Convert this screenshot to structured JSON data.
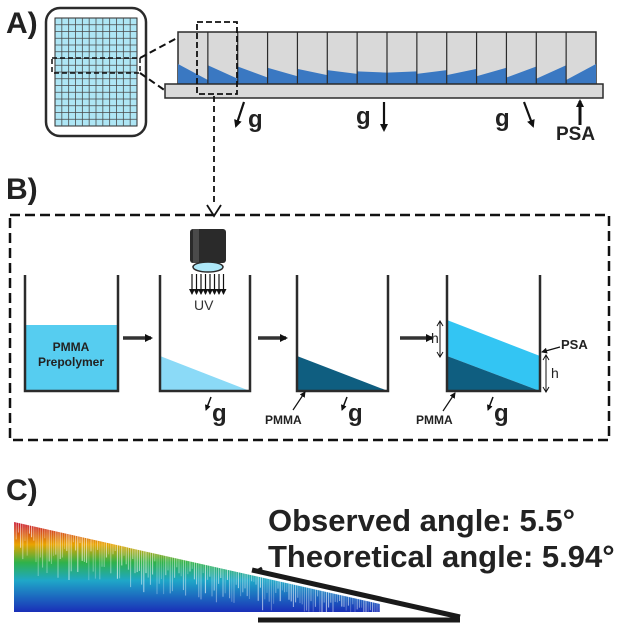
{
  "panels": {
    "a": "A)",
    "b": "B)",
    "c": "C)"
  },
  "panel_a": {
    "gravity_labels": [
      "g",
      "g",
      "g"
    ],
    "psa_label": "PSA",
    "well_count": 14
  },
  "panel_b": {
    "prepolymer_line1": "PMMA",
    "prepolymer_line2": "Prepolymer",
    "uv_label": "UV",
    "gravity_labels": [
      "g",
      "g",
      "g"
    ],
    "pmma_labels": [
      "PMMA",
      "PMMA"
    ],
    "psa_label": "PSA",
    "height_labels": [
      "h",
      "h"
    ]
  },
  "panel_c": {
    "observed_text": "Observed angle: 5.5°",
    "theoretical_text": "Theoretical angle: 5.94°"
  },
  "colors": {
    "plate_fill": "#d9d9d9",
    "liquid_blue": "#3a78c2",
    "grid_cyan": "#aee6f5",
    "prepolymer": "#56cdf0",
    "uv_liquid": "#8bdaf7",
    "pmma_dark": "#0f5e80",
    "psa_light": "#33c5f3",
    "outline": "#2b2b2b"
  }
}
